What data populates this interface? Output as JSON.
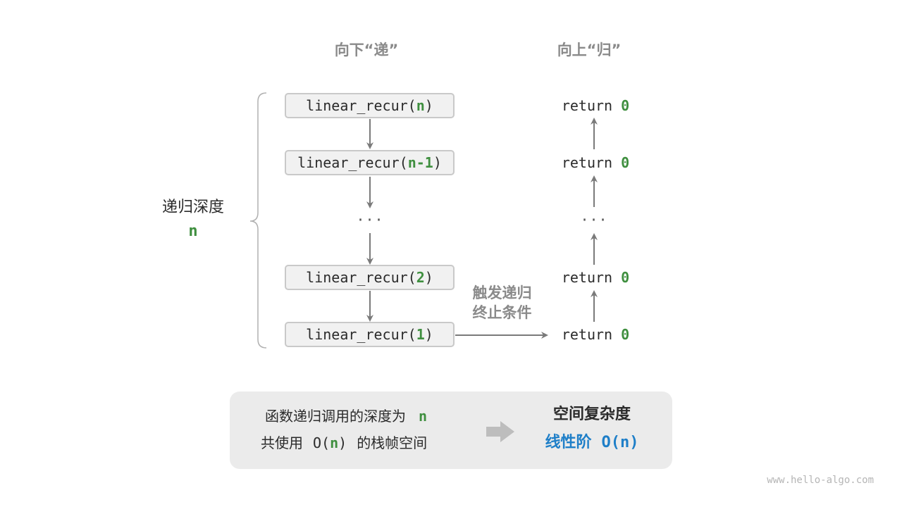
{
  "headings": {
    "down": "向下“递”",
    "up": "向上“归”"
  },
  "calls": [
    {
      "prefix": "linear_recur(",
      "arg": "n",
      "suffix": ")"
    },
    {
      "prefix": "linear_recur(",
      "arg": "n-1",
      "suffix": ")"
    },
    {
      "prefix": "linear_recur(",
      "arg": "2",
      "suffix": ")"
    },
    {
      "prefix": "linear_recur(",
      "arg": "1",
      "suffix": ")"
    }
  ],
  "ellipsis": "···",
  "returns": {
    "keyword": "return",
    "value": "0"
  },
  "depth": {
    "label": "递归深度",
    "value": "n"
  },
  "trigger": {
    "line1": "触发递归",
    "line2": "终止条件"
  },
  "summary": {
    "line1_text": "函数递归调用的深度为",
    "line1_var": "n",
    "line2_pre": "共使用",
    "line2_o": "O(",
    "line2_n": "n",
    "line2_close": ")",
    "line2_post": "的栈帧空间",
    "title": "空间复杂度",
    "complexity_label": "线性阶",
    "complexity_value": "O(n)"
  },
  "watermark": "www.hello-algo.com",
  "colors": {
    "arg_green": "#3f8f3f",
    "heading_gray": "#8a8a8a",
    "arrow_gray": "#7a7a7a",
    "accent_blue": "#1f7fc8",
    "box_fill": "#f1f1f1",
    "panel_fill": "#ebebeb"
  },
  "icons": {
    "summary_arrow": "right-arrow-icon"
  }
}
